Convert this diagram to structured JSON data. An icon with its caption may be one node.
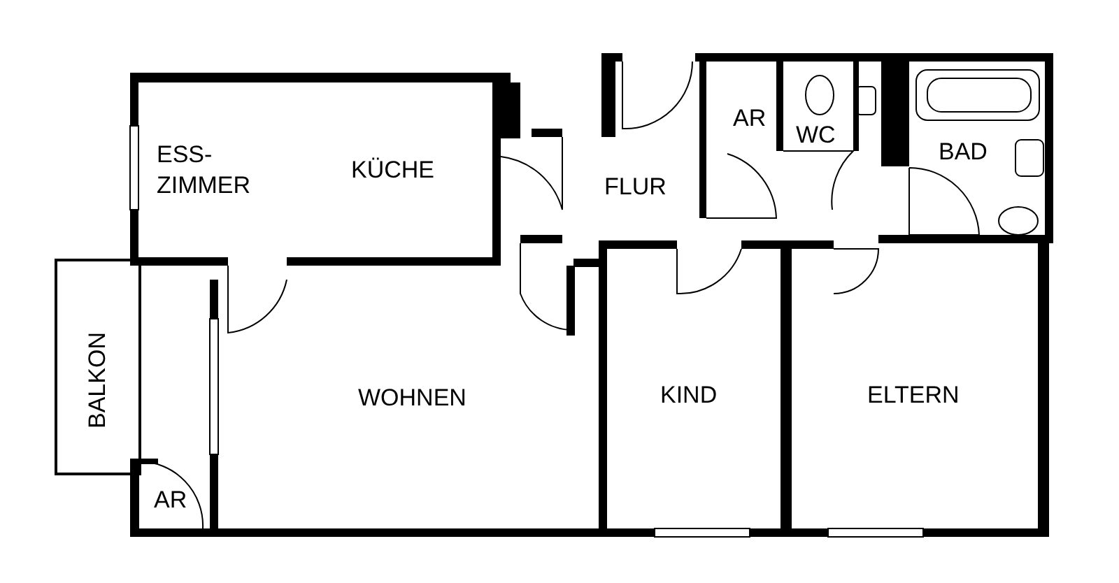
{
  "diagram": {
    "labels": [
      "ESS- ZIMMER",
      "KÜCHE",
      "FLUR",
      "AR",
      "WC",
      "BAD",
      "BALKON",
      "WOHNEN",
      "KIND",
      "ELTERN",
      "AR"
    ]
  }
}
